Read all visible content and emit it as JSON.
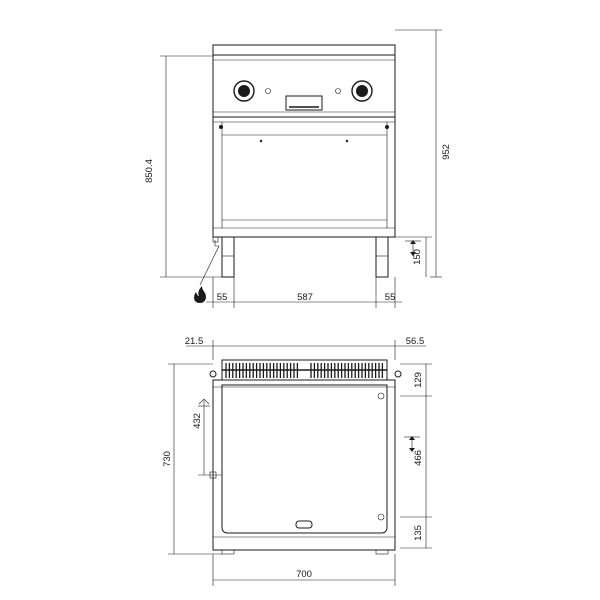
{
  "front_view": {
    "dimensions": {
      "total_height": "952",
      "inner_height": "850.4",
      "leg_height": "150",
      "side_left": "55",
      "width_inner": "587",
      "side_right": "55"
    }
  },
  "top_view": {
    "dimensions": {
      "offset_left": "21.5",
      "offset_right": "56.5",
      "gas_inlet_depth": "432",
      "total_depth": "730",
      "top_to_port": "129",
      "water_inlet": "466",
      "bottom_port": "135",
      "total_width": "700"
    }
  },
  "icons": [
    "gas-flame-icon",
    "water-inlet-arrow-icon",
    "water-outlet-arrow-icon"
  ]
}
